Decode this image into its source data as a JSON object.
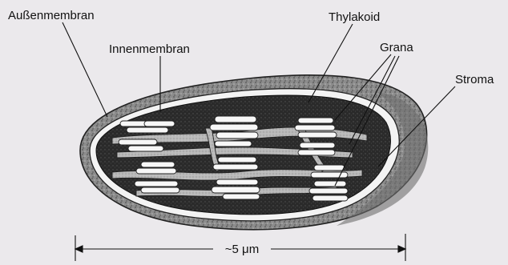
{
  "diagram": {
    "labels": {
      "outer_membrane": "Außenmembran",
      "inner_membrane": "Innenmembran",
      "thylakoid": "Thylakoid",
      "grana": "Grana",
      "stroma": "Stroma"
    },
    "scale_bar": "~5 μm"
  }
}
